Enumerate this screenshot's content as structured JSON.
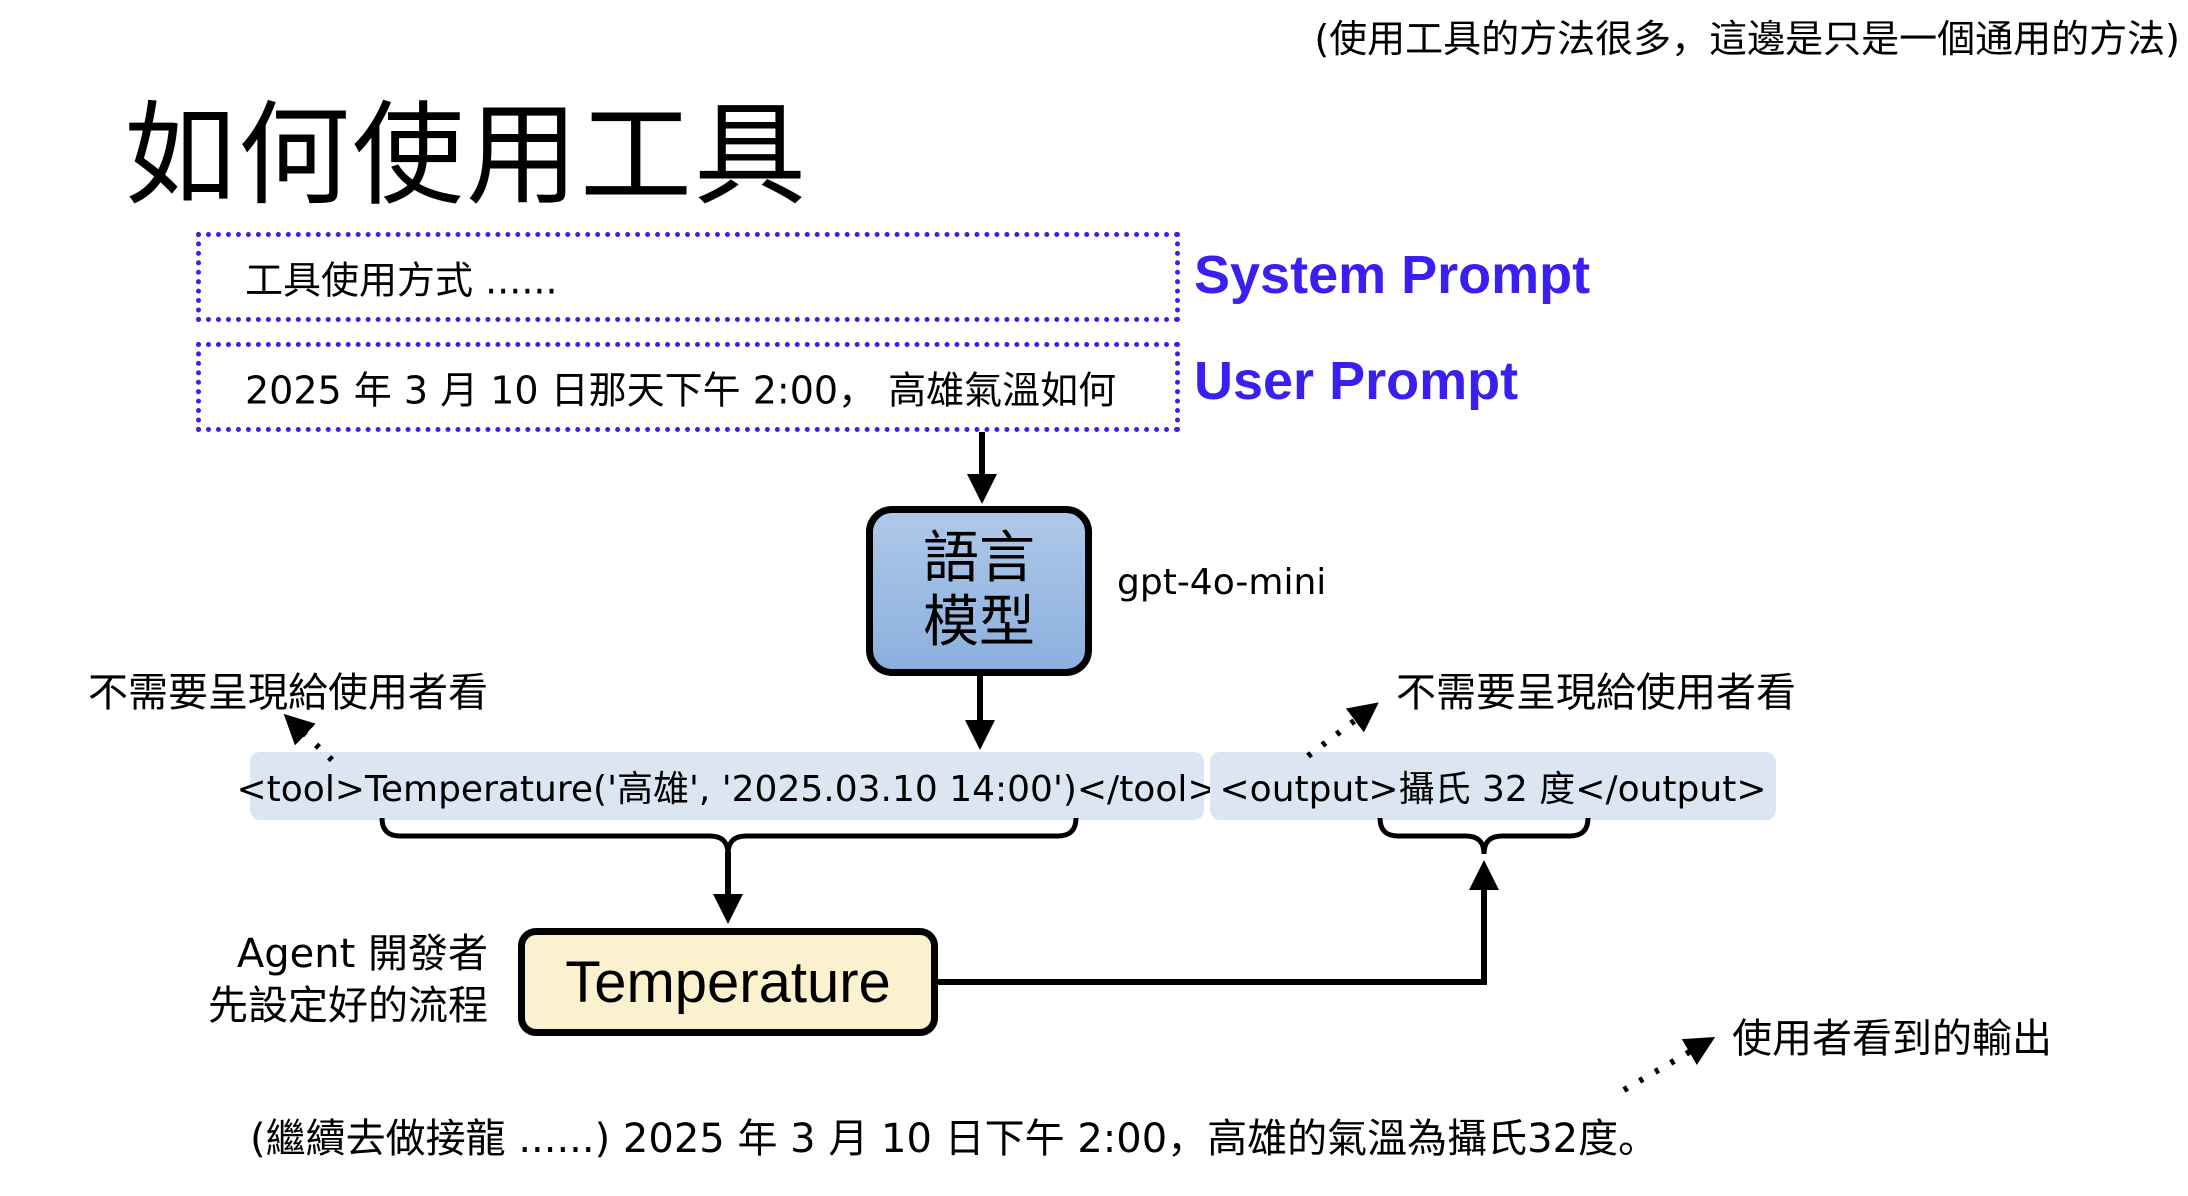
{
  "note": "(使用工具的方法很多，這邊是只是一個通用的方法)",
  "title": "如何使用工具",
  "system_prompt": {
    "content": "工具使用方式 ......",
    "label": "System Prompt"
  },
  "user_prompt": {
    "content": "2025 年 3 月 10 日那天下午 2:00， 高雄氣溫如何",
    "label": "User Prompt"
  },
  "llm": {
    "line1": "語言",
    "line2": "模型",
    "model_name": "gpt-4o-mini"
  },
  "hints": {
    "left": "不需要呈現給使用者看",
    "right": "不需要呈現給使用者看",
    "output": "使用者看到的輸出"
  },
  "tool_call": "<tool>Temperature('高雄', '2025.03.10 14:00')</tool>",
  "tool_output": "<output>攝氏 32 度</output>",
  "agent_label": {
    "line1": "Agent 開發者",
    "line2": "先設定好的流程"
  },
  "tool_box": "Temperature",
  "final_output": "(繼續去做接龍 ......)   2025 年 3 月 10 日下午 2:00，高雄的氣溫為攝氏32度。",
  "colors": {
    "prompt_accent": "#3a1ff0",
    "llm_fill": "#9dbde4",
    "tool_fill": "#fcf1cf",
    "code_fill": "#dce6f2"
  }
}
